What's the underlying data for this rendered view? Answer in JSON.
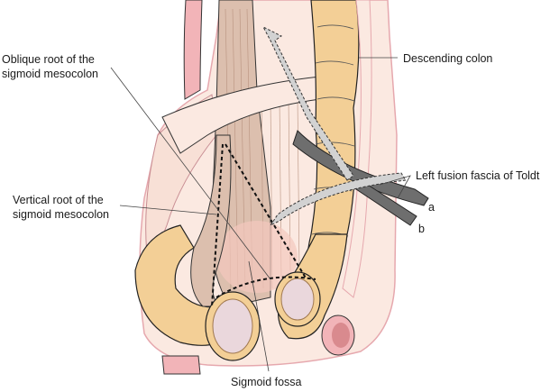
{
  "figure": {
    "subject": "Sigmoid colon and mesocolon anatomy",
    "colors": {
      "peritoneum": "#fbe9e1",
      "colon": "#f3cf96",
      "colon_dark": "#e9b978",
      "vessel": "#f2b4b8",
      "muscle": "#dcbfae",
      "fascia_dark": "#6e6e6e",
      "arrow_fill": "#d2d2d2",
      "fossa": "#f4c8bd",
      "lumen": "#ead7dc"
    }
  },
  "labels": {
    "oblique_root": [
      "Oblique root of the",
      "sigmoid mesocolon"
    ],
    "vertical_root": [
      "Vertical root of the",
      "sigmoid mesocolon"
    ],
    "descending_colon": "Descending colon",
    "toldt": "Left fusion fascia of Toldt",
    "layer_a": "a",
    "layer_b": "b",
    "sigmoid_fossa": "Sigmoid fossa"
  }
}
